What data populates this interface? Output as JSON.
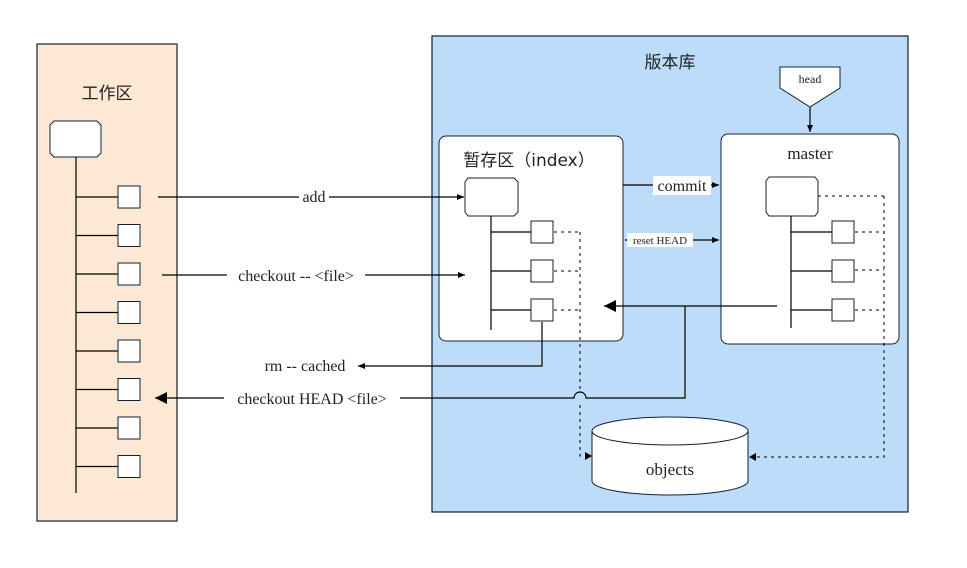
{
  "title": "Git working tree / index / repository diagram",
  "colors": {
    "workarea_fill": "#fde9d3",
    "repo_fill": "#bcdcf9",
    "stroke": "#102035",
    "line": "#000000"
  },
  "workarea": {
    "title": "工作区",
    "file_count": 8
  },
  "repository": {
    "title": "版本库",
    "head_label": "head",
    "index": {
      "title": "暂存区（index）",
      "file_count": 3
    },
    "master": {
      "title": "master",
      "file_count": 3
    },
    "objects": {
      "label": "objects"
    }
  },
  "commands": {
    "add": "add",
    "checkout_file": "checkout -- <file>",
    "commit": "commit",
    "reset_head": "reset HEAD",
    "rm_cached": "rm -- cached",
    "checkout_head_file": "checkout HEAD <file>"
  }
}
